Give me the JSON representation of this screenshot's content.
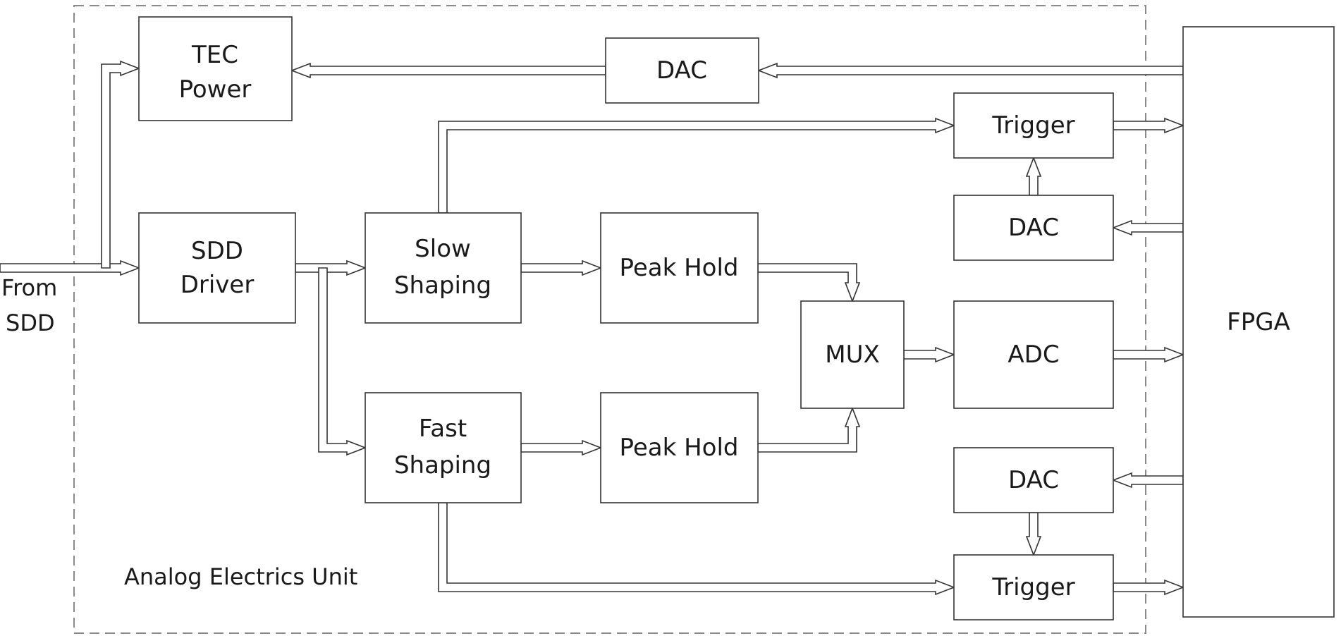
{
  "unit_label": "Analog Electrics Unit",
  "input_label": {
    "line1": "From",
    "line2": "SDD"
  },
  "blocks": {
    "tec_power": {
      "line1": "TEC",
      "line2": "Power"
    },
    "dac_top": "DAC",
    "sdd_driver": {
      "line1": "SDD",
      "line2": "Driver"
    },
    "slow_shaping": {
      "line1": "Slow",
      "line2": "Shaping"
    },
    "fast_shaping": {
      "line1": "Fast",
      "line2": "Shaping"
    },
    "peak_hold_slow": "Peak Hold",
    "peak_hold_fast": "Peak Hold",
    "mux": "MUX",
    "adc": "ADC",
    "trigger_top": "Trigger",
    "dac_trigger_top": "DAC",
    "dac_trigger_bottom": "DAC",
    "trigger_bottom": "Trigger",
    "fpga": "FPGA"
  },
  "colors": {
    "stroke": "#333333",
    "dashed_border": "#8a8a8a",
    "fill": "#ffffff"
  }
}
